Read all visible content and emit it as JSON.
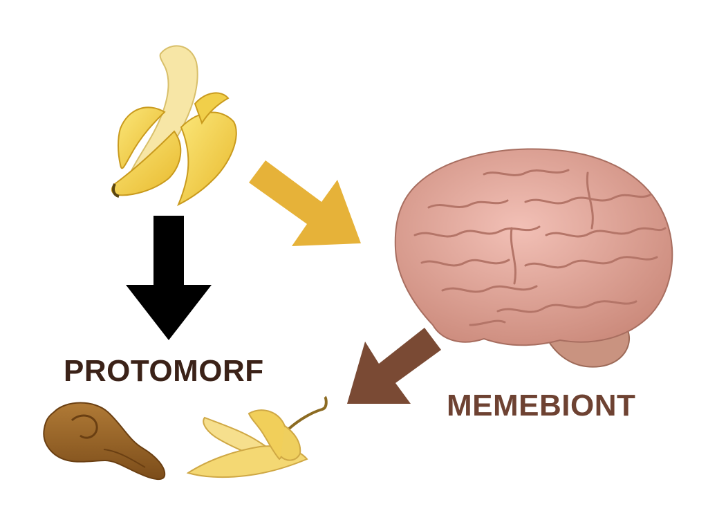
{
  "labels": {
    "protomorf": "PROTOMORF",
    "memebiont": "MEMEBIONT"
  },
  "colors": {
    "background": "#ffffff",
    "label_text": "#3b2218",
    "memebiont_text": "#6e4232",
    "arrow_banana_to_poop": "#000000",
    "arrow_banana_to_brain": "#e6b239",
    "arrow_brain_to_peel": "#7a4a34",
    "banana": "#f3d34c",
    "brain": "#e0a39a",
    "poop": "#9b6526",
    "peel": "#f2d77a"
  },
  "images": [
    {
      "name": "peeled-banana-image",
      "depicts": "peeled banana"
    },
    {
      "name": "brain-image",
      "depicts": "human brain"
    },
    {
      "name": "poop-image",
      "depicts": "poop"
    },
    {
      "name": "banana-peel-image",
      "depicts": "banana peel"
    }
  ],
  "arrows": [
    {
      "name": "arrow-banana-to-poop",
      "from": "peeled banana",
      "to": "poop"
    },
    {
      "name": "arrow-banana-to-brain",
      "from": "peeled banana",
      "to": "brain"
    },
    {
      "name": "arrow-brain-to-peel",
      "from": "brain",
      "to": "banana peel"
    }
  ]
}
